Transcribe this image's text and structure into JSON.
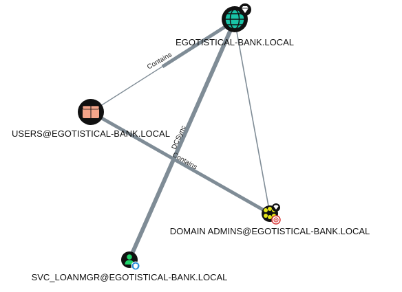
{
  "nodes": {
    "domain": {
      "label": "EGOTISTICAL-BANK.LOCAL",
      "icon": "globe-icon",
      "badge": "diamond-badge-icon",
      "color": "#19c3a6"
    },
    "users_group": {
      "label": "USERS@EGOTISTICAL-BANK.LOCAL",
      "icon": "box-icon",
      "color": "#f4a58a"
    },
    "domain_admins": {
      "label": "DOMAIN ADMINS@EGOTISTICAL-BANK.LOCAL",
      "icon": "group-icon",
      "badges": [
        "diamond-badge-icon",
        "target-badge-icon"
      ],
      "color": "#e6e61a"
    },
    "svc_account": {
      "label": "SVC_LOANMGR@EGOTISTICAL-BANK.LOCAL",
      "icon": "user-icon",
      "badge": "shield-badge-icon",
      "color": "#1fd46a"
    }
  },
  "edges": {
    "users_to_domain": {
      "label": "Contains"
    },
    "domain_to_admins": {
      "label": "Contains"
    },
    "svc_to_domain": {
      "label": "DCSync"
    }
  },
  "colors": {
    "edge": "#7f8c96",
    "node_border": "#111111",
    "badge_blue": "#2f8fd9",
    "badge_red": "#d93636"
  }
}
